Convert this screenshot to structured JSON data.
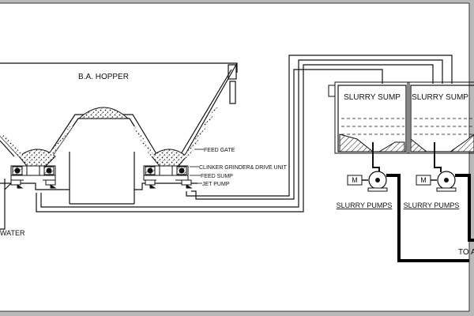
{
  "labels": {
    "hopper": "B.A. HOPPER",
    "feed_gate": "FEED GATE",
    "clinker_grinder": "CLINKER GRINDER& DRIVE UNIT",
    "feed_sump": "FEED SUMP",
    "jet_pump": "JET PUMP",
    "water": "WATER",
    "slurry_sump_1": "SLURRY SUMP",
    "slurry_sump_2": "SLURRY SUMP",
    "slurry_pumps_1": "SLURRY PUMPS",
    "slurry_pumps_2": "SLURRY PUMPS",
    "motor_1": "M",
    "motor_2": "M",
    "outlet": "TO A"
  },
  "colors": {
    "page_background": "#b9b9b9",
    "drawing_background": "#ffffff",
    "line": "#111111",
    "slurry_pipe": "#000000"
  }
}
